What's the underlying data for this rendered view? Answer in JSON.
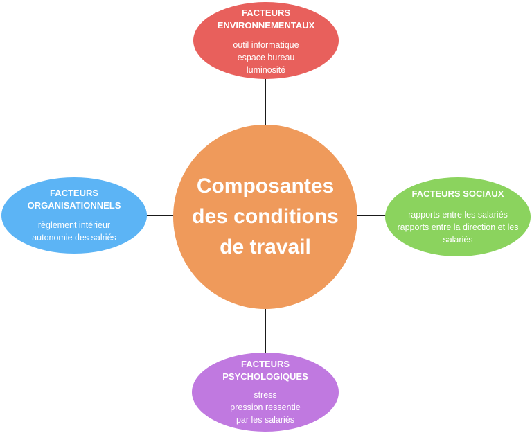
{
  "diagram": {
    "center": {
      "title": "Composantes des conditions de travail",
      "color": "#ef9a5b"
    },
    "branches": {
      "top": {
        "title": "FACTEURS ENVIRONNEMENTAUX",
        "color": "#e8605c",
        "items": [
          "outil informatique",
          "espace bureau",
          "luminosité"
        ]
      },
      "left": {
        "title": "FACTEURS ORGANISATIONNELS",
        "color": "#5cb4f5",
        "items": [
          "règlement intérieur",
          "autonomie des salriés"
        ]
      },
      "right": {
        "title": "FACTEURS SOCIAUX",
        "color": "#8bd35e",
        "items": [
          "rapports entre les salariés",
          "rapports entre la direction et les",
          "salariés"
        ]
      },
      "bottom": {
        "title": "FACTEURS PSYCHOLOGIQUES",
        "color": "#c079e0",
        "items": [
          "stress",
          "pression ressentie",
          "par les salariés"
        ]
      }
    },
    "connector_color": "#1a1a1a"
  }
}
